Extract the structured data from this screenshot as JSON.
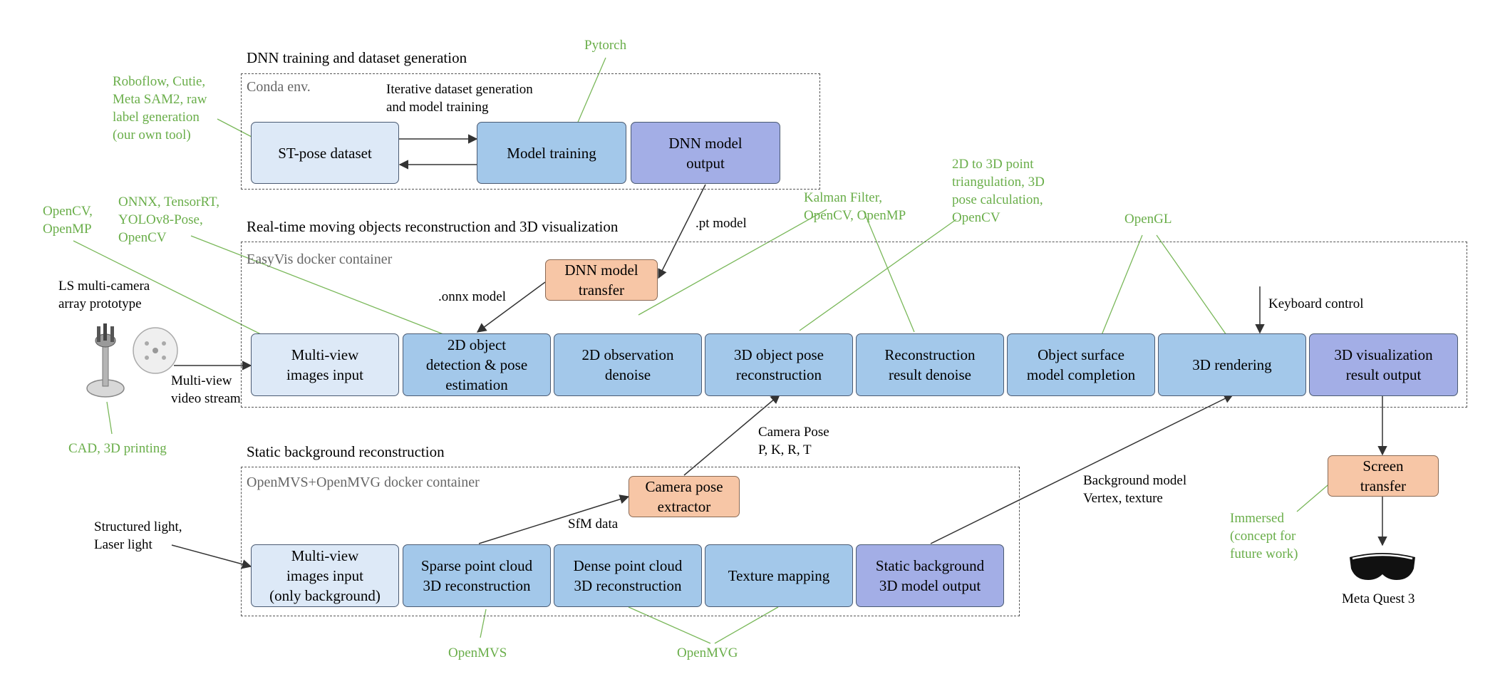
{
  "titles": {
    "training": "DNN training and dataset generation",
    "realtime": "Real-time moving objects reconstruction and 3D visualization",
    "static": "Static background reconstruction"
  },
  "containers": {
    "conda": "Conda env.",
    "easyvis": "EasyVis docker container",
    "openmvs": "OpenMVS+OpenMVG docker container"
  },
  "boxes": {
    "st_pose": "ST-pose dataset",
    "model_training": "Model training",
    "dnn_output": "DNN model\noutput",
    "dnn_transfer": "DNN model\ntransfer",
    "mv_input": "Multi-view\nimages input",
    "detection": "2D object\ndetection & pose\nestimation",
    "obs_denoise": "2D observation\ndenoise",
    "pose_recon": "3D object pose\nreconstruction",
    "recon_denoise": "Reconstruction\nresult denoise",
    "surface": "Object surface\nmodel completion",
    "rendering": "3D rendering",
    "vis_output": "3D visualization\nresult output",
    "screen_transfer": "Screen\ntransfer",
    "cam_extractor": "Camera pose\nextractor",
    "mv_bg": "Multi-view\nimages input\n(only background)",
    "sparse": "Sparse point cloud\n3D reconstruction",
    "dense": "Dense point cloud\n3D reconstruction",
    "texture": "Texture mapping",
    "static_out": "Static background\n3D model output"
  },
  "labels": {
    "iterative": "Iterative dataset generation\nand model training",
    "pt_model": ".pt model",
    "onnx_model": ".onnx model",
    "keyboard": "Keyboard control",
    "ls_array": "LS multi-camera\narray prototype",
    "mv_stream": "Multi-view\nvideo stream",
    "camera_pose": "Camera Pose\nP, K, R, T",
    "sfm": "SfM data",
    "bg_model": "Background model\nVertex, texture",
    "structured": "Structured light,\nLaser light",
    "meta_quest": "Meta Quest 3"
  },
  "tools": {
    "roboflow": "Roboflow, Cutie,\nMeta SAM2, raw\nlabel generation\n(our own tool)",
    "pytorch": "Pytorch",
    "opencv_mp": "OpenCV,\nOpenMP",
    "onnx": "ONNX, TensorRT,\nYOLOv8-Pose,\nOpenCV",
    "kalman": "Kalman Filter,\nOpenCV, OpenMP",
    "triang": "2D to 3D point\ntriangulation, 3D\npose calculation,\nOpenCV",
    "opengl": "OpenGL",
    "cad": "CAD, 3D printing",
    "immersed": "Immersed\n(concept for\nfuture work)",
    "openmvs": "OpenMVS",
    "openmvg": "OpenMVG"
  },
  "colors": {
    "tool_text": "#6aae4a",
    "light_box": "#dde9f7",
    "mid_box": "#a3c8ea",
    "purple_box": "#a3aee6",
    "orange_box": "#f7c6a6"
  },
  "icons": {
    "camera_array": "camera-array-icon",
    "vr_headset": "vr-headset-icon"
  }
}
